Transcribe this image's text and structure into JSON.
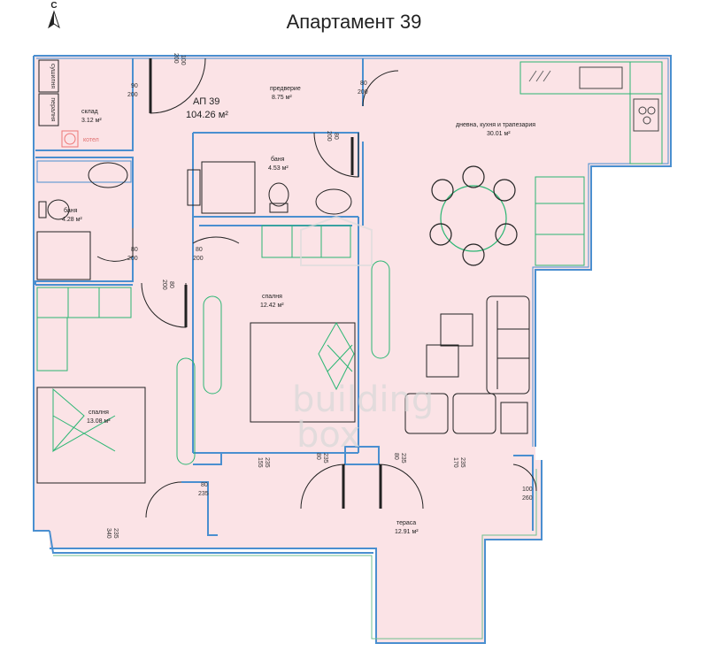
{
  "title": "Апартамент 39",
  "compass": {
    "label": "С",
    "icon": "north-arrow-icon"
  },
  "apartment": {
    "label": "АП 39",
    "area": "104.26 м²"
  },
  "rooms": [
    {
      "id": "storage",
      "name": "склад",
      "area": "3.12 м²"
    },
    {
      "id": "hall",
      "name": "предверие",
      "area": "8.75 м²"
    },
    {
      "id": "living",
      "name": "дневна, кухня и трапезария",
      "area": "30.01 м²"
    },
    {
      "id": "bath1",
      "name": "баня",
      "area": "4.53 м²"
    },
    {
      "id": "bath2",
      "name": "баня",
      "area": "4.28 м²"
    },
    {
      "id": "bed1",
      "name": "спалня",
      "area": "12.42 м²"
    },
    {
      "id": "bed2",
      "name": "спалня",
      "area": "13.08 м²"
    },
    {
      "id": "terrace",
      "name": "тераса",
      "area": "12.91 м²"
    }
  ],
  "fixtures": {
    "dryer": "сушилня",
    "washer": "пералня",
    "boiler": "котел"
  },
  "doors": {
    "d1": [
      "90",
      "200"
    ],
    "d2": [
      "100",
      "200"
    ],
    "d3": [
      "80",
      "200"
    ],
    "d4": [
      "80",
      "200"
    ],
    "d5": [
      "80",
      "200"
    ],
    "d6": [
      "80",
      "200"
    ],
    "d7": [
      "80",
      "200"
    ],
    "d8": [
      "80",
      "235"
    ],
    "d9": [
      "80",
      "235"
    ],
    "d10": [
      "80",
      "235"
    ],
    "d11": [
      "100",
      "260"
    ]
  },
  "windows": {
    "w1": [
      "155",
      "235"
    ],
    "w2": [
      "170",
      "235"
    ],
    "w3": [
      "340",
      "235"
    ]
  },
  "watermark": {
    "line1": "building",
    "line2": "box"
  },
  "colors": {
    "floor": "#fbe3e6",
    "wall": "#4a8fd0",
    "furniture": "#2bb673"
  }
}
